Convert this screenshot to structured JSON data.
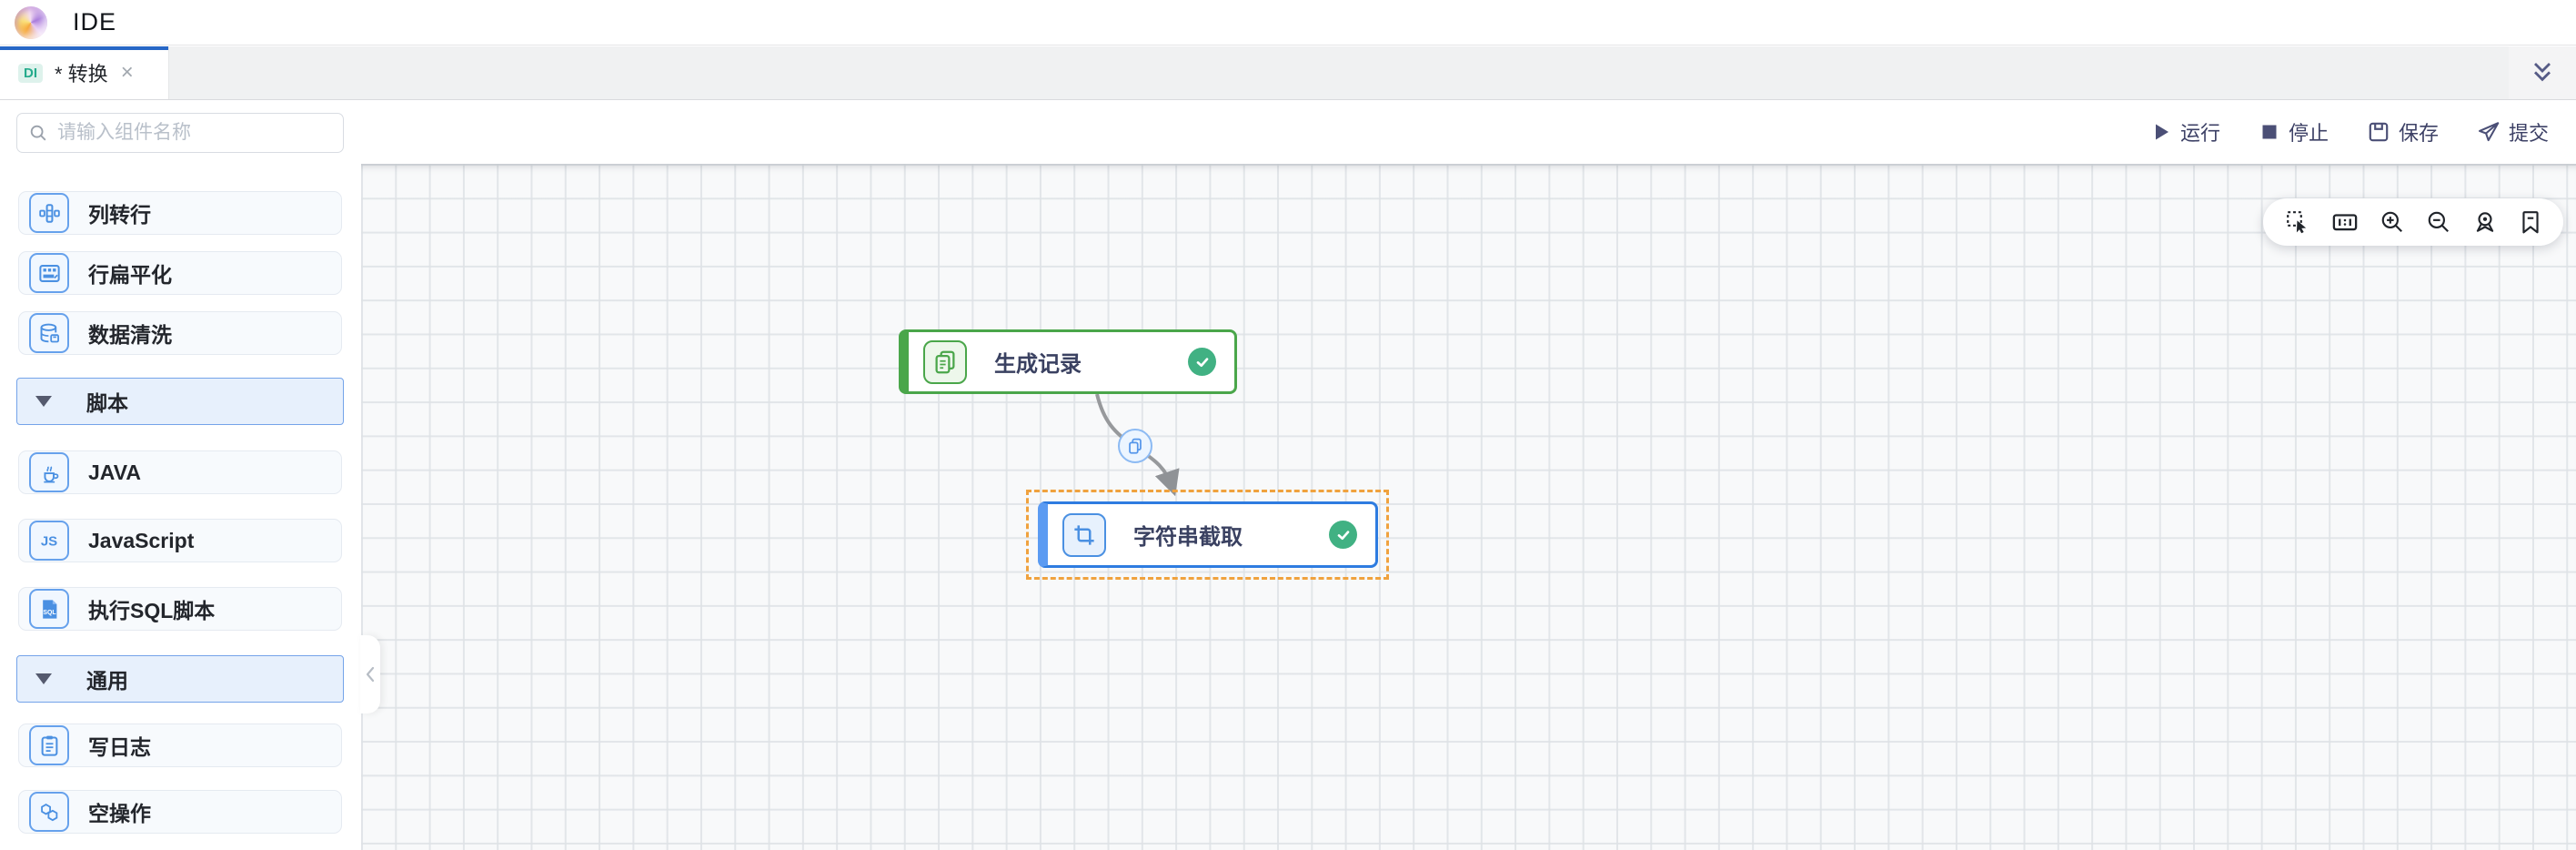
{
  "header": {
    "title": "IDE"
  },
  "tab_bar": {
    "active_tab": {
      "badge": "DI",
      "label": "* 转换",
      "close_symbol": "×"
    }
  },
  "actions": {
    "run": "运行",
    "stop": "停止",
    "save": "保存",
    "submit": "提交"
  },
  "sidebar": {
    "search_placeholder": "请输入组件名称",
    "items": [
      {
        "kind": "item",
        "label": "列转行",
        "icon": "column-to-row-icon"
      },
      {
        "kind": "item",
        "label": "行扁平化",
        "icon": "row-flatten-icon"
      },
      {
        "kind": "item",
        "label": "数据清洗",
        "icon": "data-cleanse-icon"
      },
      {
        "kind": "group",
        "label": "脚本"
      },
      {
        "kind": "item",
        "label": "JAVA",
        "icon": "java-icon"
      },
      {
        "kind": "item",
        "label": "JavaScript",
        "icon": "javascript-icon",
        "icon_text": "JS"
      },
      {
        "kind": "item",
        "label": "执行SQL脚本",
        "icon": "sql-script-icon",
        "icon_text": "SQL"
      },
      {
        "kind": "group",
        "label": "通用"
      },
      {
        "kind": "item",
        "label": "写日志",
        "icon": "write-log-icon"
      },
      {
        "kind": "item",
        "label": "空操作",
        "icon": "no-op-icon"
      }
    ]
  },
  "canvas": {
    "nodes": [
      {
        "title": "生成记录",
        "status": "success",
        "accent": "#4aa64a",
        "selected": false
      },
      {
        "title": "字符串截取",
        "status": "success",
        "accent": "#2e7ce0",
        "selected": true
      }
    ],
    "edge": {
      "kind": "copy-distribute"
    },
    "toolbar_icons": [
      "marquee-select",
      "one-to-one",
      "zoom-in",
      "zoom-out",
      "locate",
      "bookmark"
    ]
  },
  "colors": {
    "tab_accent_blue": "#2767c6",
    "badge_teal": "#25ab8c",
    "node_green": "#4aa64a",
    "node_blue": "#2e7ce0",
    "selection_orange": "#f0a23e",
    "success_check_green": "#41b183",
    "component_icon_blue": "#4a90e2",
    "edge_gray": "#97999c"
  }
}
